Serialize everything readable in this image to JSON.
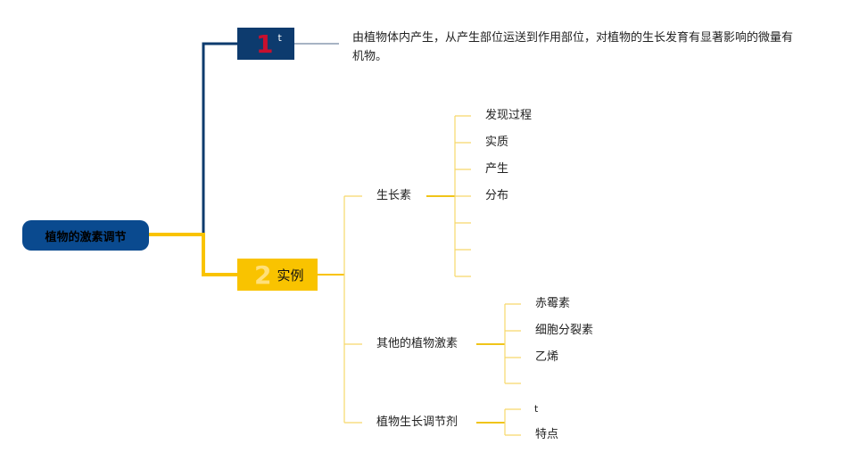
{
  "root": {
    "label": "植物的激素调节"
  },
  "branch1": {
    "number": "1",
    "label": "t",
    "description": "由植物体内产生，从产生部位运送到作用部位，对植物的生长发育有显著影响的微量有机物。"
  },
  "branch2": {
    "number": "2",
    "label": "实例",
    "children": [
      {
        "label": "生长素",
        "items": [
          "发现过程",
          "实质",
          "产生",
          "分布",
          "",
          "",
          ""
        ]
      },
      {
        "label": "其他的植物激素",
        "items": [
          "赤霉素",
          "细胞分裂素",
          "乙烯",
          ""
        ]
      },
      {
        "label": "植物生长调节剂",
        "items": [
          "t",
          "特点"
        ]
      }
    ]
  },
  "colors": {
    "navy": "#0d3b6e",
    "root": "#0a4a8f",
    "gold": "#f9c300",
    "red": "#c8102e",
    "line_light": "#f6d86a"
  }
}
